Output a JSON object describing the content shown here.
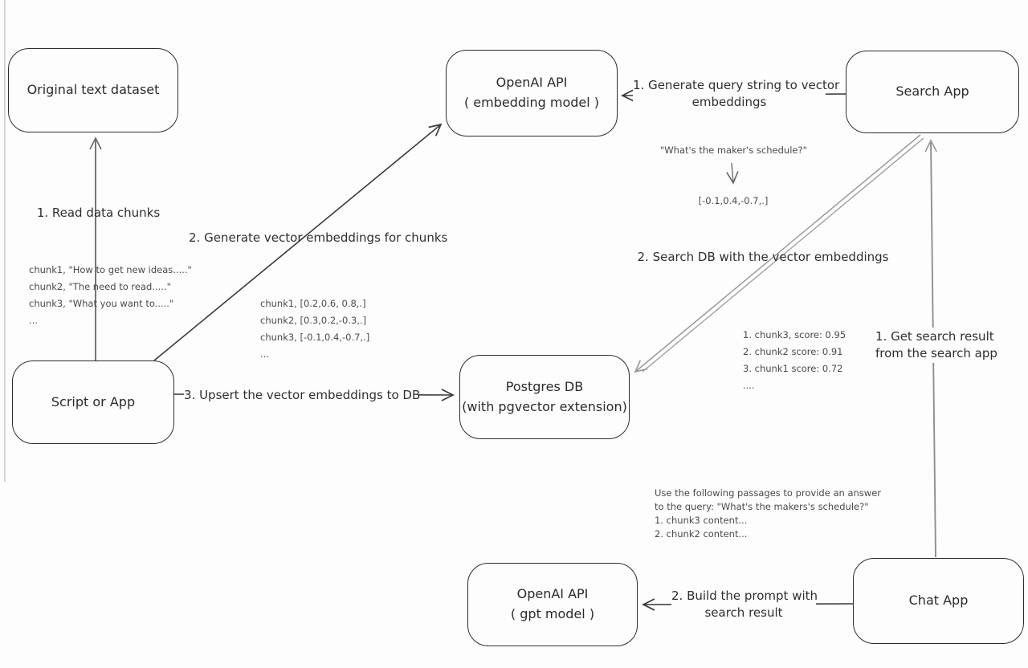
{
  "nodes": {
    "dataset": {
      "label": "Original text dataset"
    },
    "embed_api": {
      "label": "OpenAI API",
      "sublabel": "( embedding model )"
    },
    "search_app": {
      "label": "Search App"
    },
    "script": {
      "label": "Script or App"
    },
    "postgres": {
      "label": "Postgres DB",
      "sublabel": "(with pgvector extension)"
    },
    "gpt_api": {
      "label": "OpenAI API",
      "sublabel": "( gpt model )"
    },
    "chat_app": {
      "label": "Chat App"
    }
  },
  "flows": {
    "read_chunks": "1. Read data chunks",
    "generate_embeddings": "2. Generate vector embeddings for chunks",
    "upsert": "3. Upsert the vector embeddings to DB",
    "query_string": [
      "1. Generate query string to vector",
      "embeddings"
    ],
    "search_db": "2. Search DB with the vector embeddings",
    "get_result": [
      "1. Get search result",
      "from the search app"
    ],
    "build_prompt": [
      "2. Build the prompt with",
      "search result"
    ]
  },
  "annotations": {
    "chunk_texts": [
      "chunk1, \"How to get new ideas.....\"",
      "chunk2, \"The need to read.....\"",
      "chunk3, \"What you want to.....\"",
      "..."
    ],
    "chunk_vectors": [
      "chunk1, [0.2,0.6, 0.8,.]",
      "chunk2, [0.3,0.2,-0.3,.]",
      "chunk3, [-0.1,0.4,-0.7,.]",
      "..."
    ],
    "query": "\"What's the maker's schedule?\"",
    "query_vector": "[-0.1,0.4,-0.7,.]",
    "scores": [
      "1. chunk3, score: 0.95",
      "2. chunk2 score: 0.91",
      "3. chunk1 score: 0.72",
      "...."
    ],
    "prompt": [
      "Use the following passages to provide an answer",
      "to the query: \"What's the makers's schedule?\"",
      "1. chunk3 content...",
      "2. chunk2 content..."
    ]
  },
  "colors": {
    "stroke_dark": "#3a3a3a",
    "stroke_gray": "#9a9a9a",
    "stroke_mid": "#6e6e6e",
    "text_main": "#2b2b2b",
    "text_annotation": "#4a4a4a",
    "background": "#fdfdfd"
  }
}
